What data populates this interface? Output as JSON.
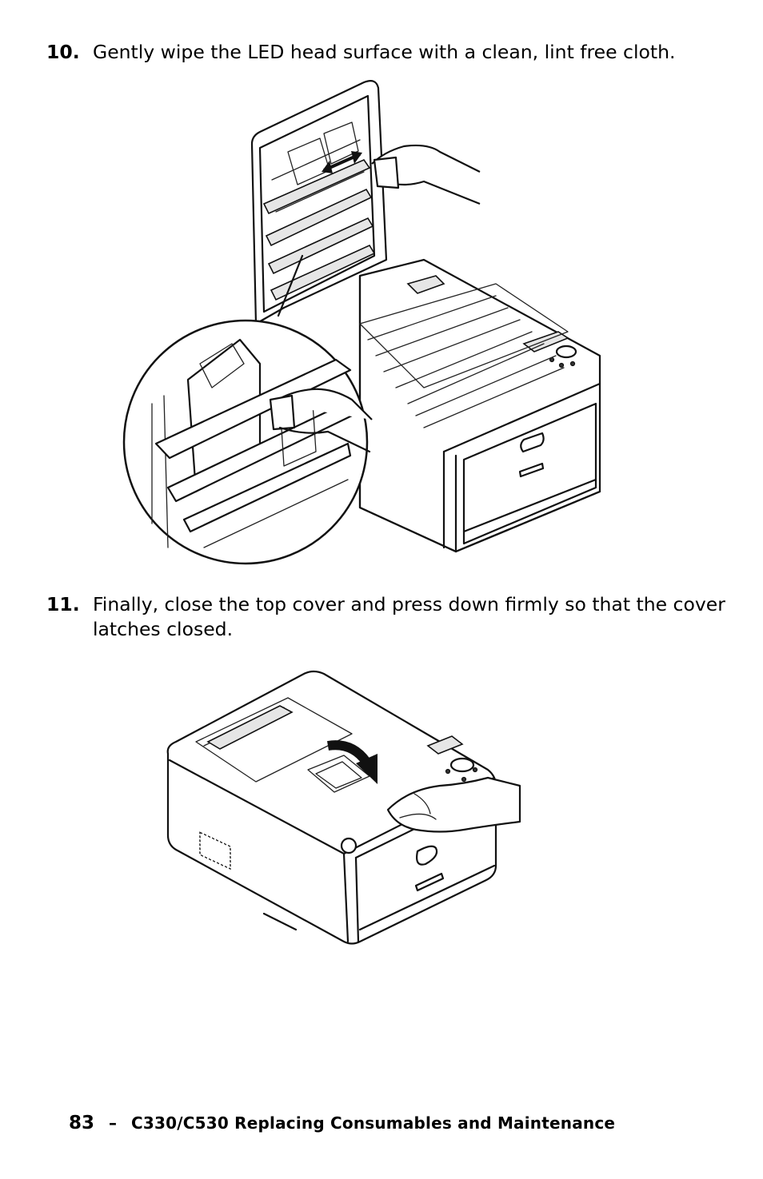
{
  "steps": [
    {
      "number": "10.",
      "text": "Gently wipe the LED head surface with a clean, lint free cloth."
    },
    {
      "number": "11.",
      "text": "Finally, close the top cover and press down firmly so that the cover latches closed."
    }
  ],
  "footer": {
    "page_number": "83",
    "separator": "–",
    "title": "C330/C530 Replacing Consumables and Maintenance"
  }
}
